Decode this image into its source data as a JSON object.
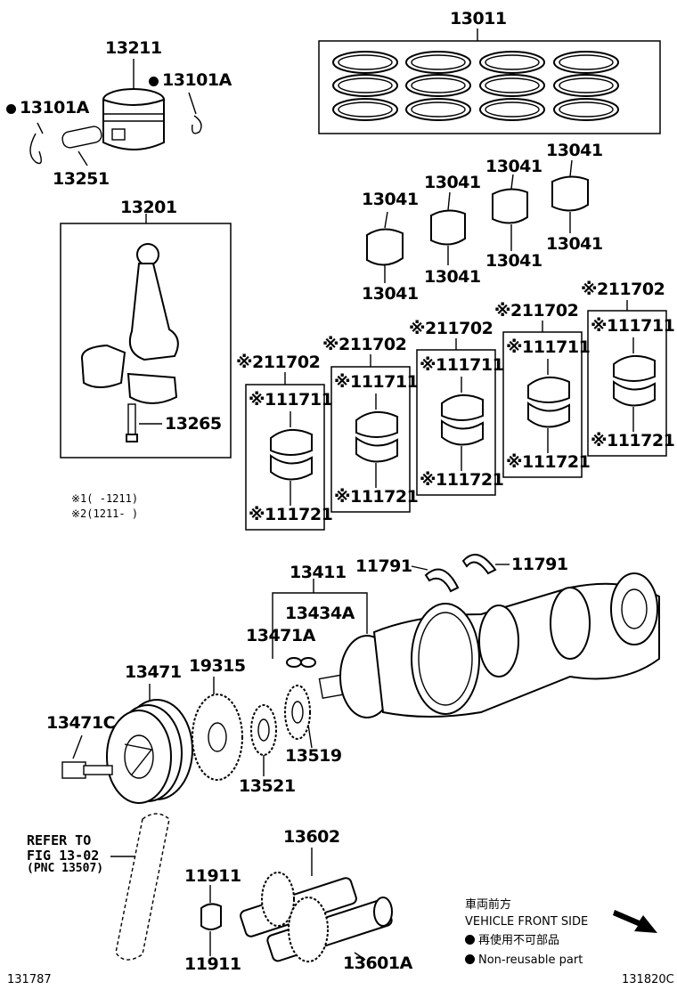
{
  "parts": {
    "rings": "13011",
    "piston": "13211",
    "snap_ring_right": "13101A",
    "snap_ring_left": "13101A",
    "pin": "13251",
    "conrod_assy": "13201",
    "conrod_bolt": "13265",
    "crank_bearings": [
      "13041",
      "13041",
      "13041",
      "13041",
      "13041",
      "13041",
      "13041",
      "13041"
    ],
    "main_bearing_sets": [
      {
        "set": "11702",
        "upper": "11711",
        "lower": "11721"
      },
      {
        "set": "11702",
        "upper": "11711",
        "lower": "11721"
      },
      {
        "set": "11702",
        "upper": "11711",
        "lower": "11721"
      },
      {
        "set": "11702",
        "upper": "11711",
        "lower": "11721"
      },
      {
        "set": "11702",
        "upper": "11711",
        "lower": "11721"
      }
    ],
    "crankshaft": "13411",
    "key_a": "13434A",
    "key_b": "13471A",
    "thrust_washer_left": "11791",
    "thrust_washer_right": "11791",
    "pulley": "13471",
    "pulley_bolt": "13471C",
    "sprocket": "19315",
    "sprocket_b": "13521",
    "sprocket_c": "13519",
    "balance_shaft": "13602",
    "balance_shaft_b": "13601A",
    "balance_bearing_top": "11911",
    "balance_bearing_bottom": "11911"
  },
  "marks": {
    "mark1": "※1",
    "mark2": "※2"
  },
  "notes": {
    "note1": "※1(    -1211)",
    "note2": "※2(1211-    )"
  },
  "refer": {
    "line1": "REFER TO",
    "line2": "FIG 13-02",
    "line3": "(PNC 13507)"
  },
  "legend": {
    "direction_jp": "車両前方",
    "direction_en": "VEHICLE FRONT SIDE",
    "reuse_jp": "再使用不可部品",
    "reuse_en": "Non-reusable part"
  },
  "footer": {
    "left_code": "131787",
    "right_code": "131820C"
  }
}
